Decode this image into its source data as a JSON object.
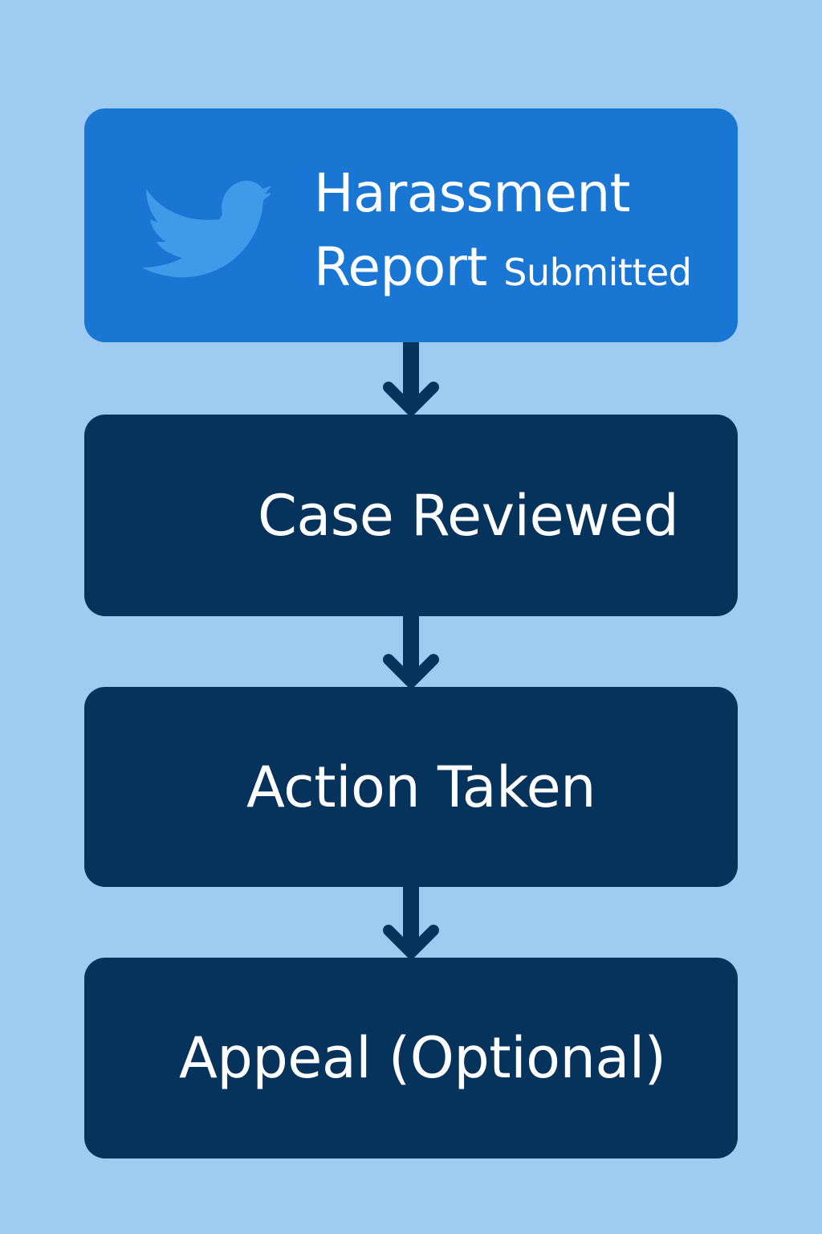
{
  "flow": {
    "steps": [
      {
        "label_line1": "Harassment",
        "label_line2_main": "Report",
        "label_line2_small": "Submitted"
      },
      {
        "label": "Case Reviewed"
      },
      {
        "label": "Action Taken"
      },
      {
        "label": "Appeal (Optional)"
      }
    ],
    "icons": {
      "first_step": "bird-icon",
      "connector": "arrow-down-icon"
    },
    "colors": {
      "background": "#9dcbf2",
      "first_step": "#1976d2",
      "bird": "#3d9be9",
      "other_steps": "#06335c",
      "arrows": "#06335c",
      "text": "#ffffff"
    }
  }
}
